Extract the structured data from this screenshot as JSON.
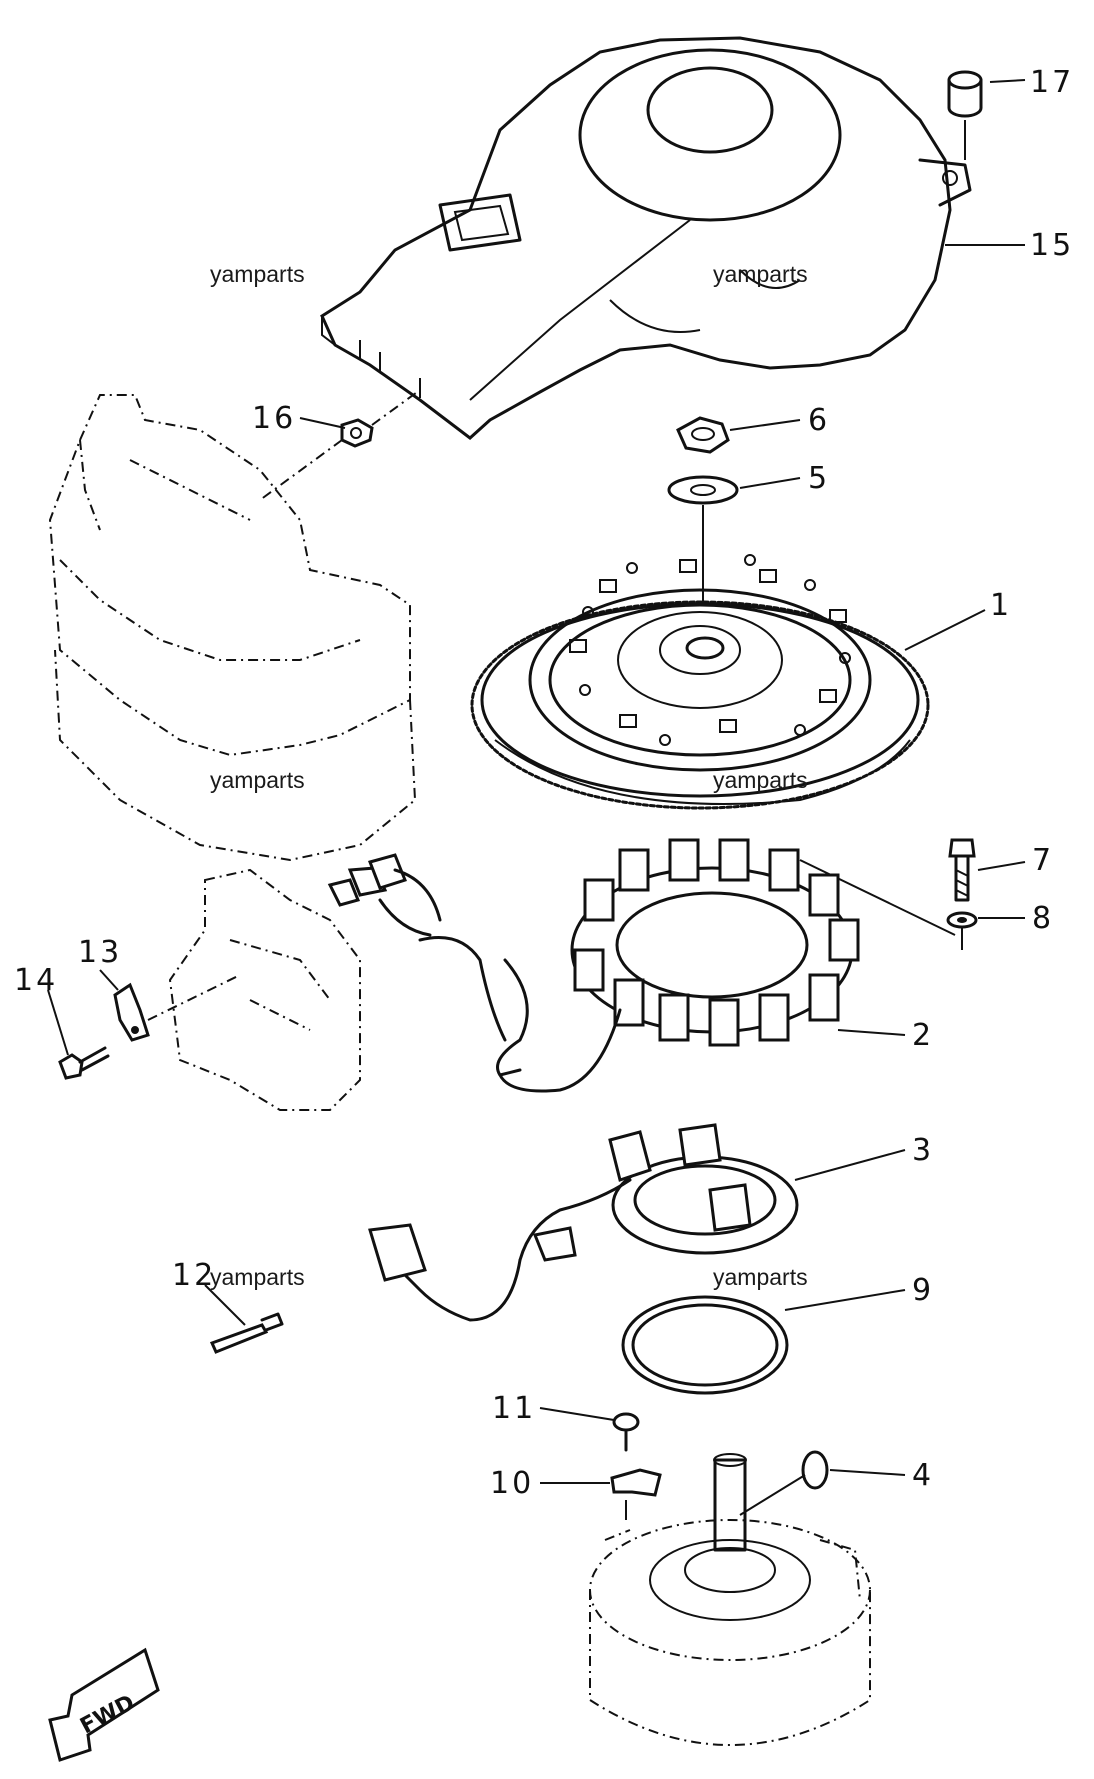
{
  "diagram": {
    "callouts": {
      "c1": "1",
      "c2": "2",
      "c3": "3",
      "c4": "4",
      "c5": "5",
      "c6": "6",
      "c7": "7",
      "c8": "8",
      "c9": "9",
      "c10": "10",
      "c11": "11",
      "c12": "12",
      "c13": "13",
      "c14": "14",
      "c15": "15",
      "c16": "16",
      "c17": "17"
    },
    "watermark": "yamparts",
    "direction_label": "FWD"
  }
}
